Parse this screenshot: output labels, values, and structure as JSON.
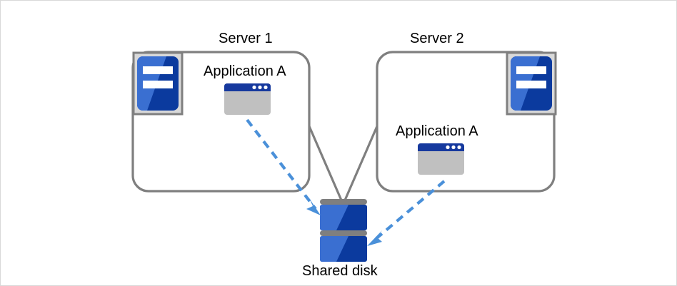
{
  "diagram": {
    "title": "Shared disk cluster diagram",
    "colors": {
      "server_box_border": "#7f7f7f",
      "icon_frame_fill": "#d9d9d9",
      "icon_frame_border": "#7f7f7f",
      "server_blue_light": "#3a6fd1",
      "server_blue_dark": "#0b3a9e",
      "app_titlebar": "#16399e",
      "app_body": "#c0c0c0",
      "disk_blue_light": "#3a6fd1",
      "disk_blue_dark": "#0b3a9e",
      "disk_separator": "#7f7f7f",
      "connector_line": "#7f7f7f",
      "access_arrow": "#4a90d9",
      "text": "#000000",
      "page_border": "#d9d9d9"
    }
  },
  "nodes": {
    "server1": {
      "label": "Server 1",
      "icon_name": "server-icon",
      "application": {
        "label": "Application A",
        "icon_name": "application-window-icon"
      }
    },
    "server2": {
      "label": "Server 2",
      "icon_name": "server-icon",
      "application": {
        "label": "Application A",
        "icon_name": "application-window-icon"
      }
    },
    "shared_disk": {
      "label": "Shared disk",
      "icon_name": "disk-stack-icon",
      "block_count": 2
    }
  },
  "connectors": [
    {
      "name": "server1-to-disk-link",
      "style": "solid",
      "color": "#7f7f7f",
      "from": "server1",
      "to": "shared_disk"
    },
    {
      "name": "server2-to-disk-link",
      "style": "solid",
      "color": "#7f7f7f",
      "from": "server2",
      "to": "shared_disk"
    },
    {
      "name": "app1-access-arrow",
      "style": "dashed",
      "color": "#4a90d9",
      "arrowhead": true,
      "from": "server1.application",
      "to": "shared_disk"
    },
    {
      "name": "app2-access-arrow",
      "style": "dashed",
      "color": "#4a90d9",
      "arrowhead": true,
      "from": "server2.application",
      "to": "shared_disk"
    }
  ]
}
